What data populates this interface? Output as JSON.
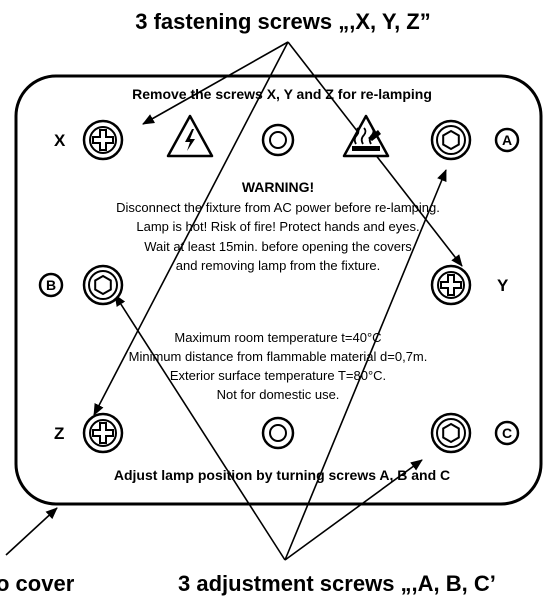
{
  "header": {
    "fastening_title": "3 fastening screws „,X, Y, Z”"
  },
  "panel": {
    "top_text": "Remove the screws X, Y and Z  for re-lamping",
    "warning_title": "WARNING!",
    "warning_lines": [
      "Disconnect the fixture from AC power before re-lamping.",
      "Lamp is hot! Risk of fire! Protect hands and eyes.",
      "Wait at least 15min. before opening the covers",
      "and removing lamp from the fixture."
    ],
    "spec_lines": [
      "Maximum room temperature t=40°C",
      "Minimum distance from flammable material d=0,7m.",
      "Exterior surface temperature T=80°C.",
      "Not for domestic use."
    ],
    "bottom_text": "Adjust lamp position by turning screws A, B and C"
  },
  "labels": {
    "x": "X",
    "y": "Y",
    "z": "Z",
    "a": "A",
    "b": "B",
    "c": "C"
  },
  "footer": {
    "cover_label": "o cover",
    "adjustment_title": "3 adjustment screws „,A, B, C’"
  },
  "icons": {
    "fastening": "phillips-screw-icon",
    "adjustment": "hex-socket-screw-icon",
    "plain": "plain-screw-icon",
    "electric": "electric-hazard-icon",
    "hot": "hot-surface-hazard-icon"
  },
  "colors": {
    "ink": "#000000",
    "background": "#ffffff"
  }
}
